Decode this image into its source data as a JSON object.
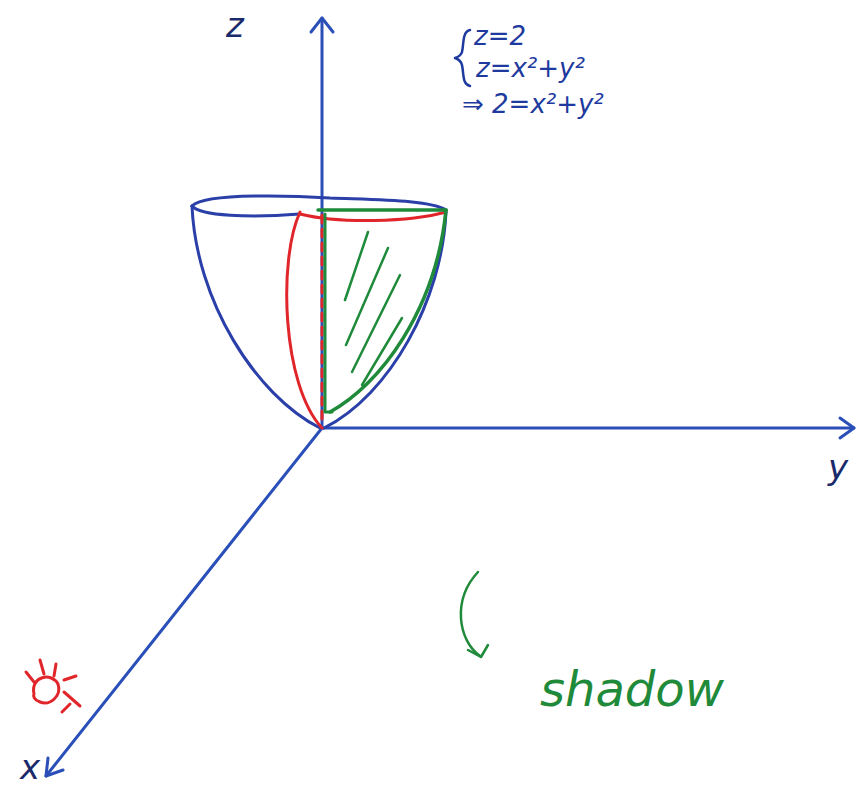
{
  "diagram": {
    "labels": [
      "z",
      "z=2",
      "z=x²+y²",
      "⇒ 2=x²+y²",
      "y",
      "shadow",
      "x"
    ]
  }
}
